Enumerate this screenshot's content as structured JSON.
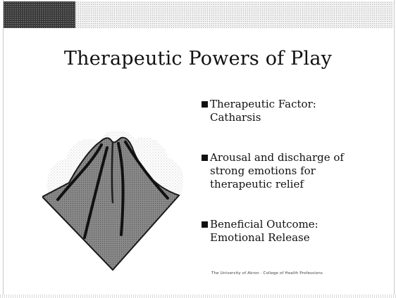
{
  "slide": {
    "title": "Therapeutic Powers of Play",
    "bullets": [
      "Therapeutic Factor:\nCatharsis",
      "Arousal and discharge of\nstrong emotions for\ntherapeutic relief",
      "Beneficial Outcome:\nEmotional Release"
    ],
    "footer": "The University of Akron · College of Health Professions"
  },
  "theme": {
    "text_color": "#111111",
    "band_dark": "#3a3a3a",
    "band_light": "#f2f2f2"
  },
  "icons": {
    "bullet": "square-bullet-icon",
    "art": "volcano-clipart-icon"
  }
}
